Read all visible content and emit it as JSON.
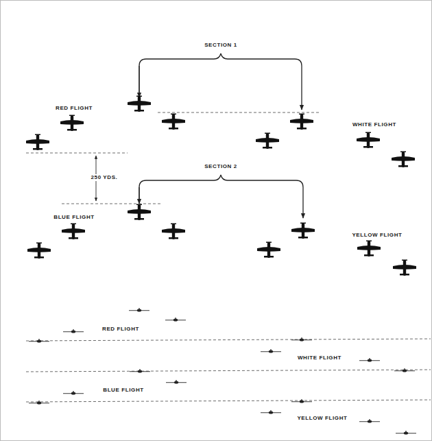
{
  "diagram": {
    "labels": [
      "SECTION 1",
      "RED FLIGHT",
      "WHITE FLIGHT",
      "250 YDS.",
      "SECTION 2",
      "BLUE FLIGHT",
      "YELLOW FLIGHT",
      "RED FLIGHT",
      "WHITE FLIGHT",
      "BLUE FLIGHT",
      "YELLOW FLIGHT"
    ]
  }
}
